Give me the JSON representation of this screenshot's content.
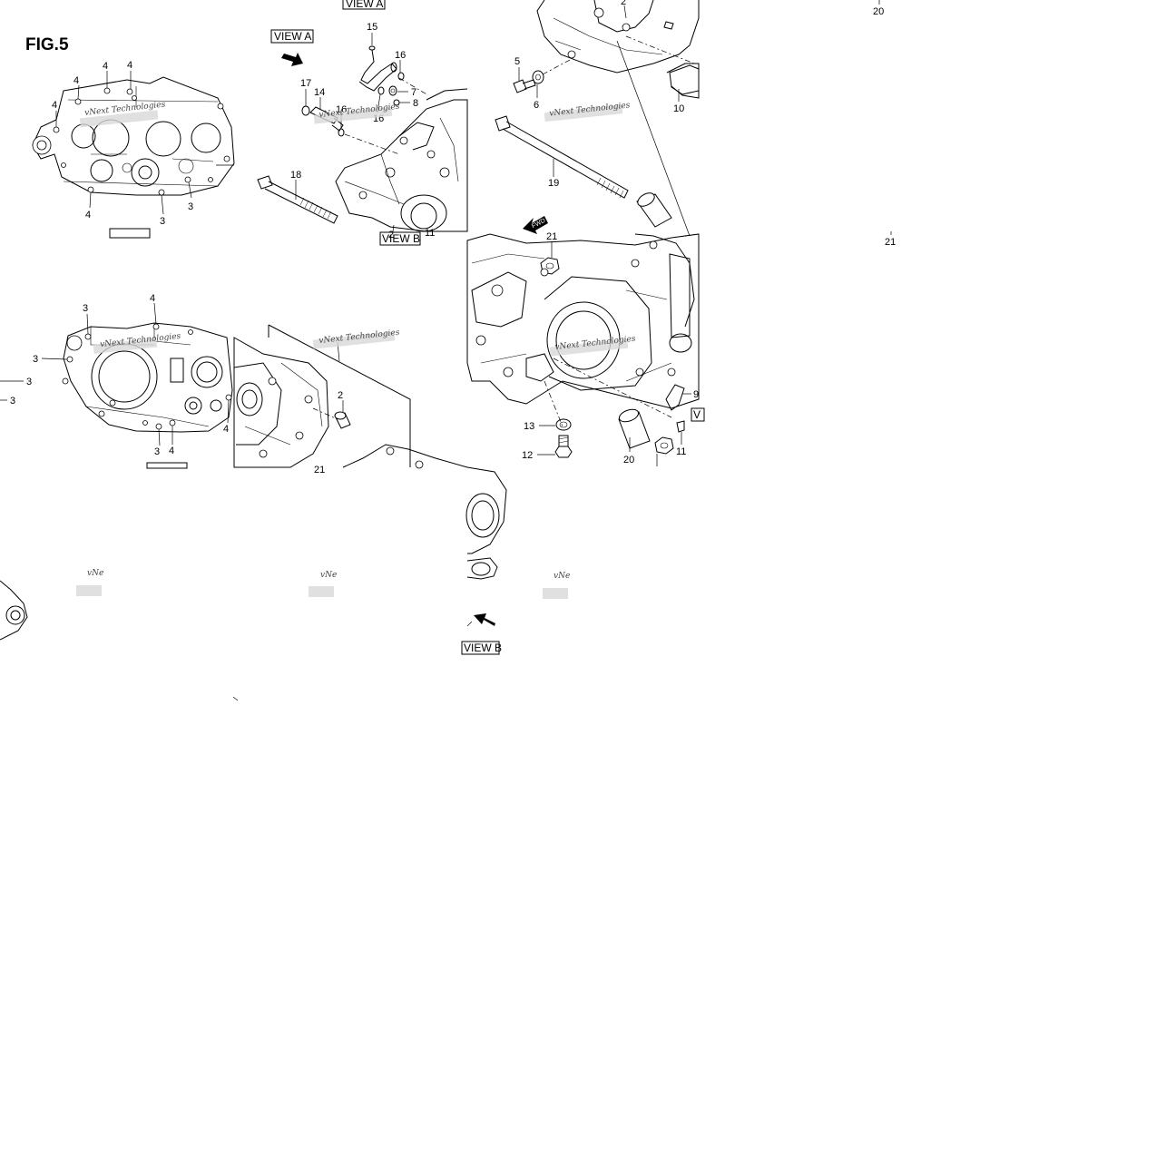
{
  "figure": {
    "title": "FIG.5",
    "watermark": "vNext Technologies"
  },
  "view_labels": {
    "view_a": "VIEW A",
    "view_b": "VIEW B"
  },
  "fwd_label": "FWD",
  "callouts": {
    "c1": "4",
    "c2": "4",
    "c3": "4",
    "c4": "4",
    "c5": "4",
    "c6": "3",
    "c7": "3",
    "c8": "17",
    "c9": "14",
    "c10": "16",
    "c11": "15",
    "c12": "16",
    "c13": "7",
    "c14": "8",
    "c15": "16",
    "c16": "18",
    "c17": "2",
    "c18": "11",
    "c19": "2",
    "c20": "5",
    "c21": "6",
    "c22": "10",
    "c23": "19",
    "c24": "21",
    "c25": "20",
    "c26": "21",
    "c27": "3",
    "c28": "4",
    "c29": "3",
    "c30": "3",
    "c31": "3",
    "c32": "3",
    "c33": "4",
    "c34": "4",
    "c35": "2",
    "c36": "21",
    "c37": "9",
    "c38": "13",
    "c39": "12",
    "c40": "20",
    "c41": "11"
  }
}
